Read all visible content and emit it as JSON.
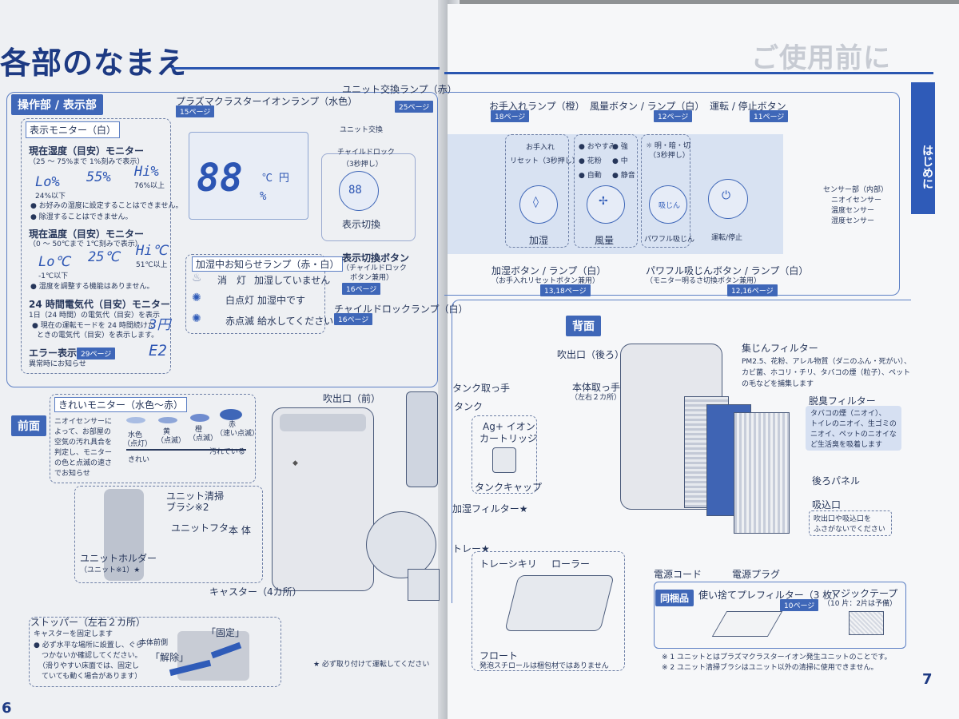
{
  "title": "各部のなまえ",
  "right_header": "ご使用前に",
  "side_tab": "はじめに",
  "page_left": "6",
  "page_right": "7",
  "sections": {
    "operation": "操作部 / 表示部",
    "front": "前面",
    "back": "背面",
    "included": "同梱品"
  },
  "display_monitor": {
    "label": "表示モニター（白）",
    "humidity_title": "現在湿度（目安）モニター",
    "humidity_range": "（25 ～ 75%まで 1%刻みで表示）",
    "lo_hum": "Lo%",
    "mid_hum": "55%",
    "hi_hum": "Hi%",
    "lo_hum_note": "24%以下",
    "hi_hum_note": "76%以上",
    "hum_bullet1": "● お好みの湿度に設定することはできません。",
    "hum_bullet2": "● 除湿することはできません。",
    "temp_title": "現在温度（目安）モニター",
    "temp_range": "（0 ～ 50℃まで 1℃刻みで表示）",
    "lo_temp": "Lo℃",
    "mid_temp": "25℃",
    "hi_temp": "Hi℃",
    "lo_temp_note": "-1℃以下",
    "hi_temp_note": "51℃以上",
    "temp_bullet": "● 湿度を調整する機能はありません。",
    "power_title": "24 時間電気代（目安）モニター",
    "power_desc": "1日（24 時間）の電気代（目安）を表示",
    "power_bullet1": "● 現在の運転モードを 24 時間続けた",
    "power_bullet2": "ときの電気代（目安）を表示します。",
    "power_value": "3円",
    "error_title": "エラー表示",
    "error_desc": "異常時にお知らせ",
    "error_page": "29ページ",
    "error_code": "E2"
  },
  "labels": {
    "plasma_lamp": "プラズマクラスターイオンランプ（水色）",
    "plasma_page": "15ページ",
    "unit_lamp": "ユニット交換ランプ（赤）",
    "unit_page": "25ページ",
    "unit_exchange": "ユニット交換",
    "child_lock": "チャイルドロック",
    "three_sec": "（3秒押し）",
    "display_switch": "表示切換",
    "lcd_big": "88",
    "lcd_unit": "℃ 円",
    "lcd_pct": "%",
    "lcd_small": "88",
    "humid_lamp": "加湿中お知らせランプ（赤・白）",
    "lamp_off": "消　灯",
    "lamp_off_desc": "加湿していません",
    "lamp_white": "白点灯",
    "lamp_white_desc": "加湿中です",
    "lamp_red": "赤点滅",
    "lamp_red_desc": "給水してください",
    "switch_button": "表示切換ボタン",
    "switch_button_sub1": "（チャイルドロック",
    "switch_button_sub2": "ボタン兼用）",
    "switch_page": "16ページ",
    "child_lamp": "チャイルドロックランプ（白）",
    "child_page": "16ページ",
    "care_lamp": "お手入れランプ（橙）",
    "care_page": "18ページ",
    "care_text": "お手入れ",
    "care_reset": "リセット（3秒押し）",
    "fan_button": "風量ボタン / ランプ（白）",
    "fan_page": "12ページ",
    "run_button": "運転 / 停止ボタン",
    "run_page": "11ページ",
    "fan_opt1": "● おやすみ",
    "fan_opt2": "● 花粉",
    "fan_opt3": "● 自動",
    "fan_opt4": "● 強",
    "fan_opt5": "● 中",
    "fan_opt6": "● 静音",
    "bright": "☼ 明・暗・切",
    "bright_sub": "（3秒押し）",
    "btn_humid": "加湿",
    "btn_fan": "風量",
    "btn_power": "パワフル吸じん",
    "btn_run": "運転/停止",
    "power_icon_text": "吸じん",
    "sensor1": "センサー部（内部）",
    "sensor2": "ニオイセンサー",
    "sensor3": "温度センサー",
    "sensor4": "湿度センサー",
    "humid_button": "加湿ボタン / ランプ（白）",
    "humid_button_sub": "（お手入れリセットボタン兼用）",
    "humid_page": "13,18ページ",
    "powerful_button": "パワフル吸じんボタン / ランプ（白）",
    "powerful_sub": "（モニター明るさ切換ボタン兼用）",
    "powerful_page": "12,16ページ"
  },
  "clean_monitor": {
    "title": "きれいモニター（水色～赤）",
    "desc1": "ニオイセンサーに",
    "desc2": "よって、お部屋の",
    "desc3": "空気の汚れ具合を",
    "desc4": "判定し、モニター",
    "desc5": "の色と点滅の速さ",
    "desc6": "でお知らせ",
    "c1": "水色",
    "c1s": "（点灯）",
    "c2": "黄",
    "c2s": "（点滅）",
    "c3": "橙",
    "c3s": "（点滅）",
    "c4": "赤",
    "c4s": "（速い点滅）",
    "clean": "きれい",
    "dirty": "汚れている"
  },
  "front_parts": {
    "outlet": "吹出口（前）",
    "tank_handle": "タンク取っ手",
    "tank": "タンク",
    "ag1": "Ag+ イオン",
    "ag2": "カートリッジ",
    "tank_cap": "タンクキャップ",
    "humid_filter": "加湿フィルター★",
    "tray": "トレー★",
    "tray_lever": "トレーシキリ",
    "roller": "ローラー",
    "float": "フロート",
    "float_note": "発泡スチロールは梱包材ではありません",
    "brush": "ユニット清掃",
    "brush2": "ブラシ※2",
    "unit_lid": "ユニットフタ",
    "unit_holder": "ユニットホルダー",
    "unit_holder2": "（ユニット※1）★",
    "body": "本 体",
    "caster": "キャスター（4カ所）",
    "stopper": "ストッパー（左右２カ所）",
    "stopper_desc1": "キャスターを固定します",
    "stopper_desc2": "● 必ず水平な場所に設置し、ぐら",
    "stopper_desc3": "つかないか確認してください。",
    "stopper_desc4": "（滑りやすい床面では、固定し",
    "stopper_desc5": "ていても動く場合があります）",
    "front_ref": "本体前側",
    "fix": "「固定」",
    "release": "「解除」",
    "must_attach": "★ 必ず取り付けて運転してください"
  },
  "back_parts": {
    "outlet_back": "吹出口（後ろ）",
    "handle": "本体取っ手",
    "handle_sub": "（左右２カ所）",
    "dust_filter": "集じんフィルター",
    "dust_desc1": "PM2.5、花粉、アレル物質（ダニのふん・死がい）、",
    "dust_desc2": "カビ菌、ホコリ・チリ、タバコの煙（粒子）、ペット",
    "dust_desc3": "の毛などを捕集します",
    "deodor_filter": "脱臭フィルター",
    "deodor_desc1": "タバコの煙（ニオイ）、",
    "deodor_desc2": "トイレのニオイ、生ゴミの",
    "deodor_desc3": "ニオイ、ペットのニオイな",
    "deodor_desc4": "ど生活臭を吸着します",
    "back_panel": "後ろパネル",
    "inlet": "吸込口",
    "inlet_warn1": "吹出口や吸込口を",
    "inlet_warn2": "ふさがないでください",
    "cord": "電源コード",
    "plug": "電源プラグ"
  },
  "included": {
    "prefilter": "使い捨てプレフィルター（3 枚）",
    "prefilter_page": "10ページ",
    "tape": "マジックテープ",
    "tape_sub": "（10 片：2片は予備）",
    "note1": "※ 1  ユニットとはプラズマクラスターイオン発生ユニットのことです。",
    "note2": "※ 2  ユニット清掃ブラシはユニット以外の清掃に使用できません。"
  },
  "colors": {
    "accent": "#3f67b8",
    "title": "#1d3a83",
    "lcd": "#2c55b3"
  }
}
